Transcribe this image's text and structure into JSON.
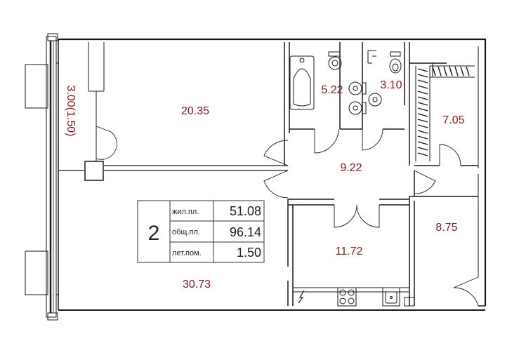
{
  "rooms": {
    "bedroom": "20.35",
    "living": "30.73",
    "hall": "9.22",
    "bath": "5.22",
    "wc": "3.10",
    "closet": "7.05",
    "kitchen": "11.72",
    "corridor": "8.75",
    "balcony": "3.00(1.50)"
  },
  "summary": {
    "rooms_count": "2",
    "rows": [
      {
        "label": "жил.пл.",
        "value": "51.08"
      },
      {
        "label": "общ.пл.",
        "value": "96.14"
      },
      {
        "label": "лет.пом.",
        "value": "1.50"
      }
    ]
  },
  "colors": {
    "wall": "#1a1a1a",
    "area_text": "#8b1a1a"
  }
}
